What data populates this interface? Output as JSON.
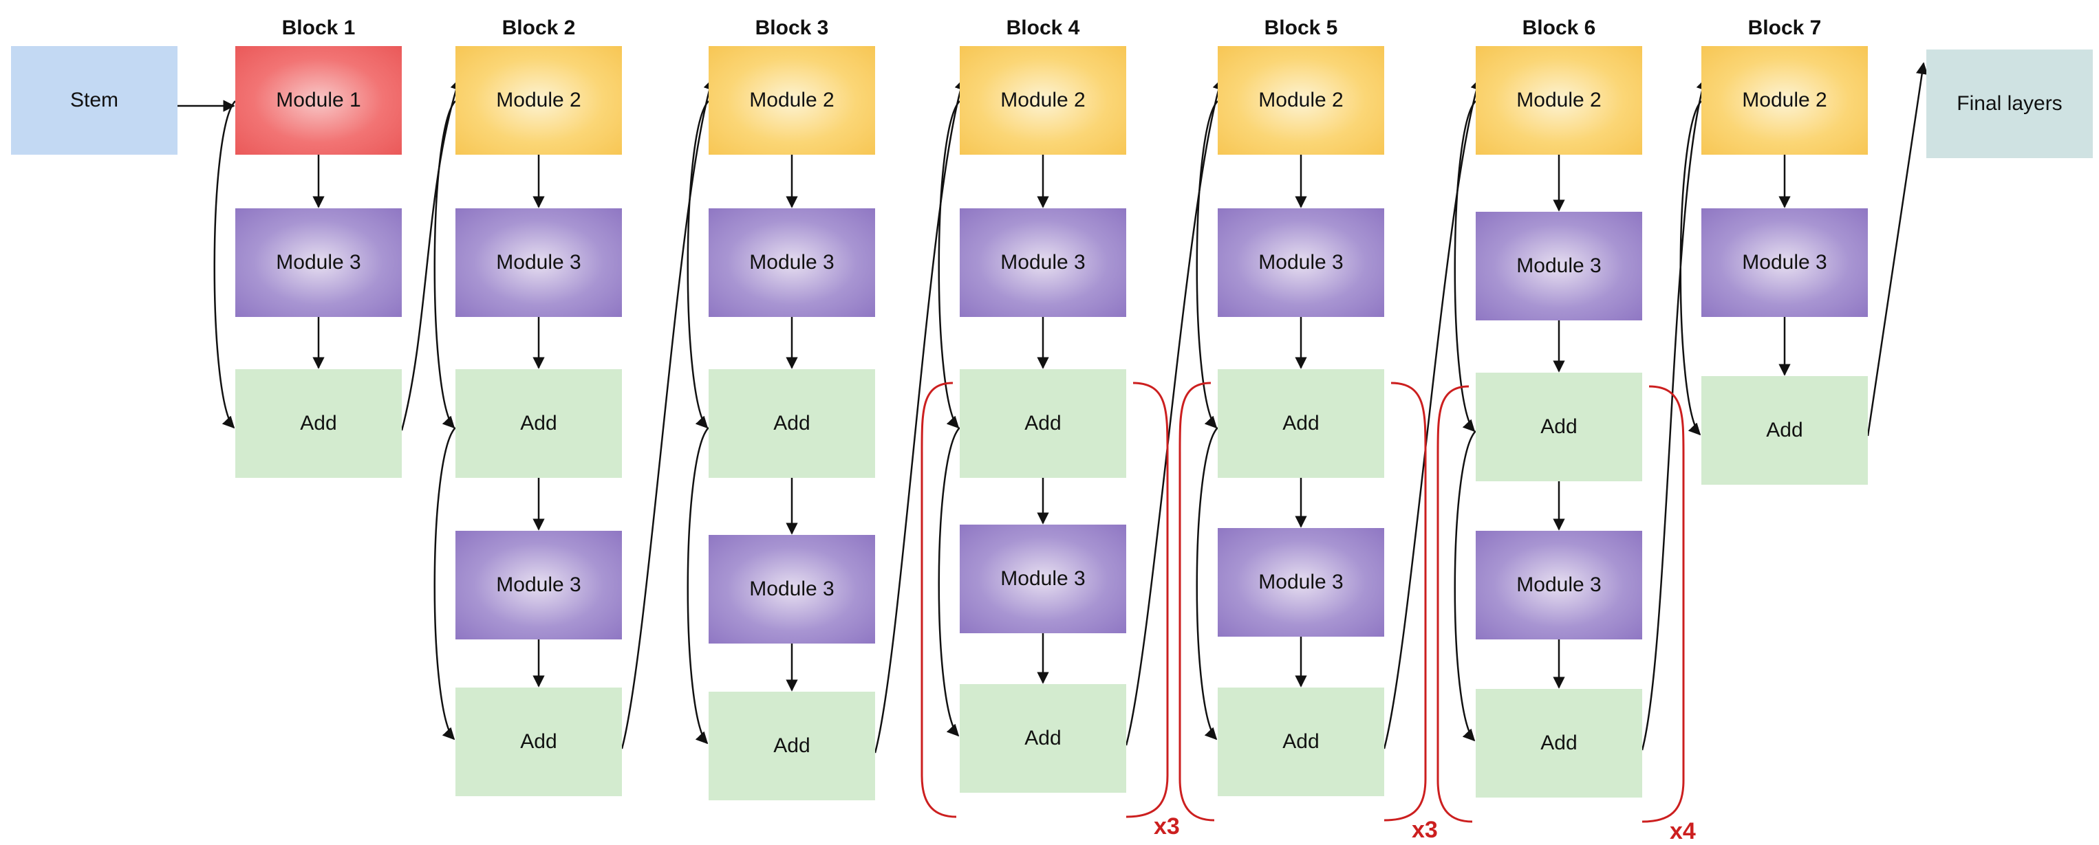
{
  "blocks": [
    {
      "title": "Block 1",
      "nodes": [
        {
          "kind": "m1",
          "label": "Module 1"
        },
        {
          "kind": "m3",
          "label": "Module 3"
        },
        {
          "kind": "add",
          "label": "Add"
        }
      ]
    },
    {
      "title": "Block 2",
      "nodes": [
        {
          "kind": "m2",
          "label": "Module 2"
        },
        {
          "kind": "m3",
          "label": "Module 3"
        },
        {
          "kind": "add",
          "label": "Add"
        },
        {
          "kind": "m3",
          "label": "Module 3"
        },
        {
          "kind": "add",
          "label": "Add"
        }
      ]
    },
    {
      "title": "Block 3",
      "nodes": [
        {
          "kind": "m2",
          "label": "Module 2"
        },
        {
          "kind": "m3",
          "label": "Module 3"
        },
        {
          "kind": "add",
          "label": "Add"
        },
        {
          "kind": "m3",
          "label": "Module 3"
        },
        {
          "kind": "add",
          "label": "Add"
        }
      ]
    },
    {
      "title": "Block 4",
      "nodes": [
        {
          "kind": "m2",
          "label": "Module 2"
        },
        {
          "kind": "m3",
          "label": "Module 3"
        },
        {
          "kind": "add",
          "label": "Add"
        },
        {
          "kind": "m3",
          "label": "Module 3"
        },
        {
          "kind": "add",
          "label": "Add"
        }
      ],
      "repeat": "x3"
    },
    {
      "title": "Block 5",
      "nodes": [
        {
          "kind": "m2",
          "label": "Module 2"
        },
        {
          "kind": "m3",
          "label": "Module 3"
        },
        {
          "kind": "add",
          "label": "Add"
        },
        {
          "kind": "m3",
          "label": "Module 3"
        },
        {
          "kind": "add",
          "label": "Add"
        }
      ],
      "repeat": "x3"
    },
    {
      "title": "Block 6",
      "nodes": [
        {
          "kind": "m2",
          "label": "Module 2"
        },
        {
          "kind": "m3",
          "label": "Module 3"
        },
        {
          "kind": "add",
          "label": "Add"
        },
        {
          "kind": "m3",
          "label": "Module 3"
        },
        {
          "kind": "add",
          "label": "Add"
        }
      ],
      "repeat": "x4"
    },
    {
      "title": "Block 7",
      "nodes": [
        {
          "kind": "m2",
          "label": "Module 2"
        },
        {
          "kind": "m3",
          "label": "Module 3"
        },
        {
          "kind": "add",
          "label": "Add"
        }
      ]
    }
  ],
  "stem": {
    "label": "Stem"
  },
  "final": {
    "label": "Final layers"
  },
  "colors": {
    "stem": "#c3d9f3",
    "final": "#cfe2e2",
    "module1": "#f27474",
    "module2": "#fbd676",
    "module3": "#a895d2",
    "add": "#d3ebcf",
    "arrow": "#111111",
    "repeat_bracket": "#cc1f1f"
  }
}
